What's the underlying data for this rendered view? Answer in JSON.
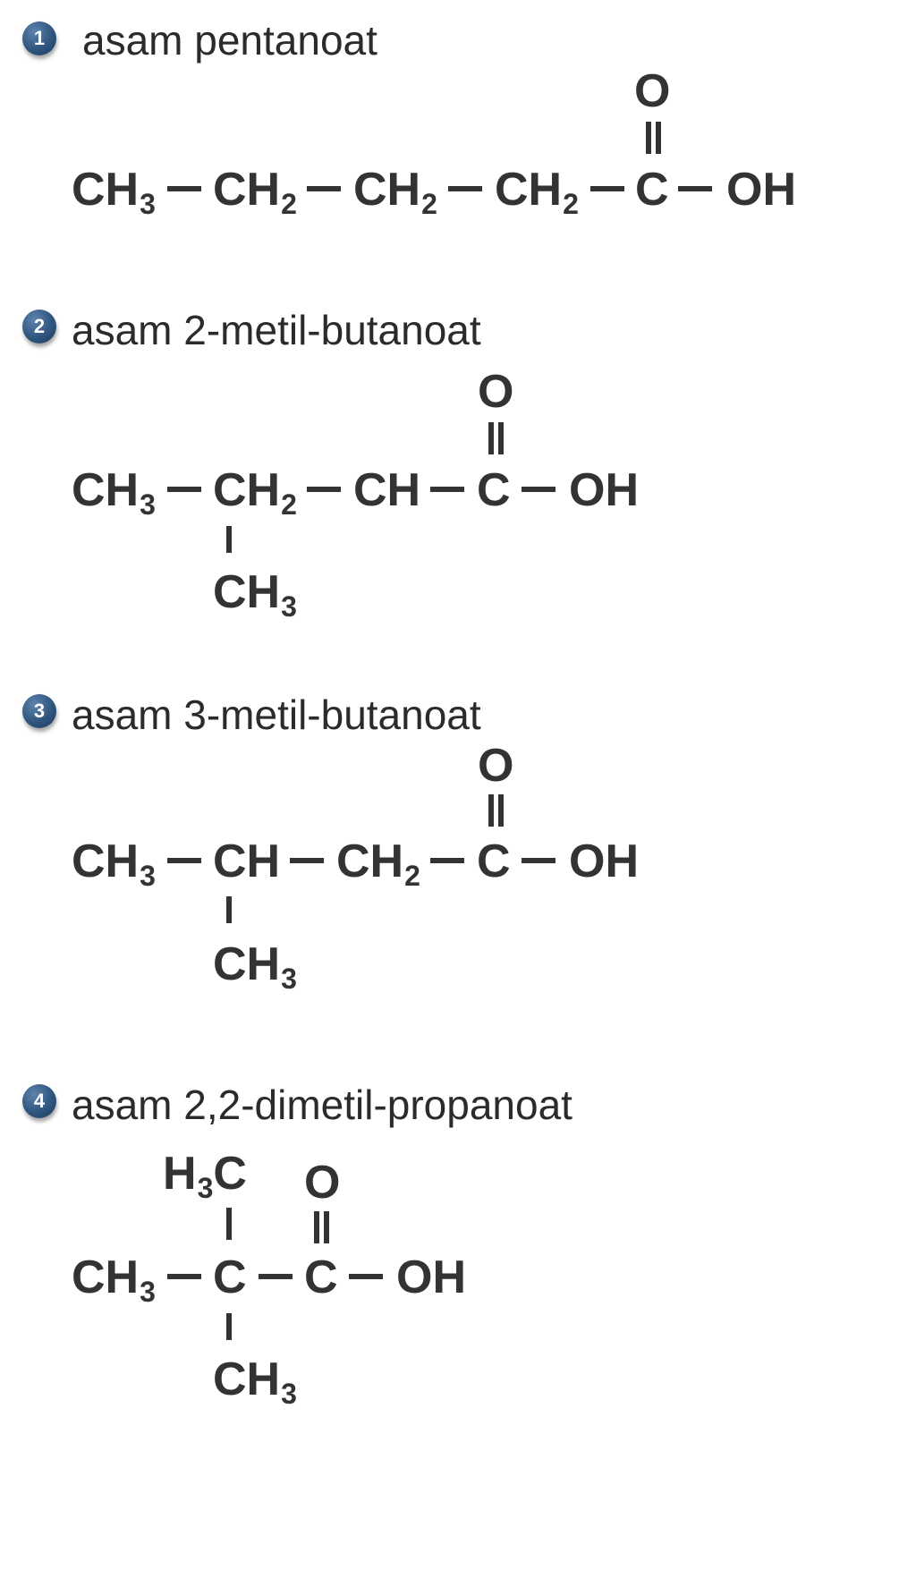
{
  "compounds": [
    {
      "number": "1",
      "name": "asam pentanoat"
    },
    {
      "number": "2",
      "name": "asam 2-metil-butanoat"
    },
    {
      "number": "3",
      "name": "asam 3-metil-butanoat"
    },
    {
      "number": "4",
      "name": "asam 2,2-dimetil-propanoat"
    }
  ],
  "atoms": {
    "ch3": "CH",
    "ch2": "CH",
    "ch": "CH",
    "c": "C",
    "o": "O",
    "oh": "OH",
    "h3c_h": "H",
    "h3c_c": "C"
  },
  "subscripts": {
    "three": "3",
    "two": "2"
  }
}
